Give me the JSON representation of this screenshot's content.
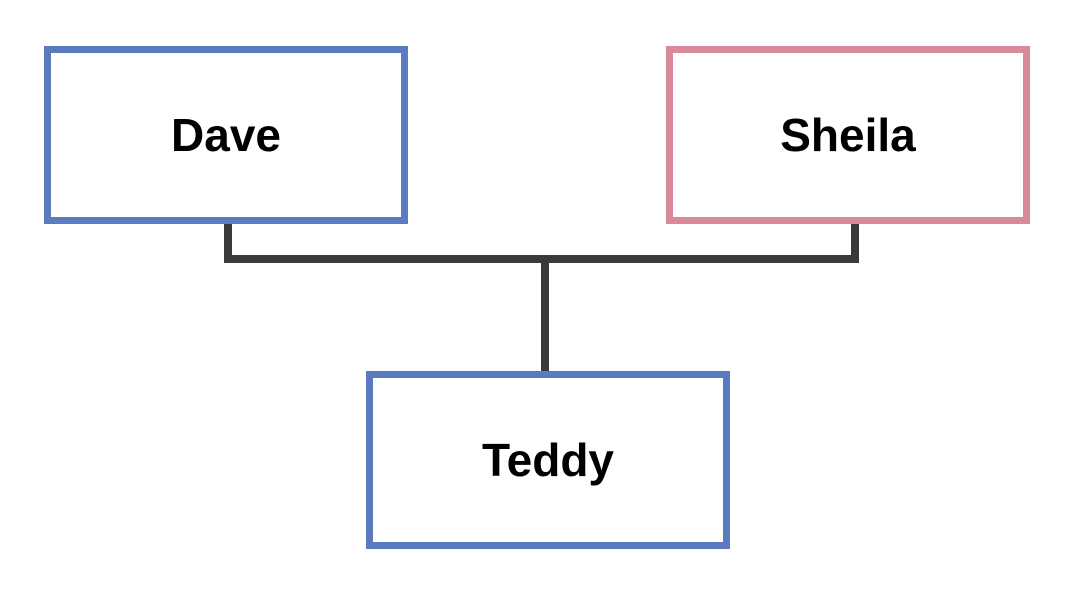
{
  "people": {
    "dave": {
      "name": "Dave",
      "border_color": "#5b7bc0"
    },
    "sheila": {
      "name": "Sheila",
      "border_color": "#d98a9a"
    },
    "teddy": {
      "name": "Teddy",
      "border_color": "#5b7bc0"
    }
  },
  "connector": {
    "color": "#3a3a3a"
  }
}
